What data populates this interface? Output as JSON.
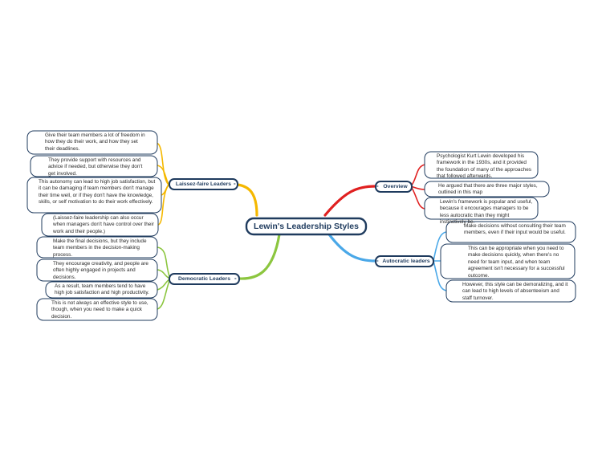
{
  "central": {
    "title": "Lewin's Leadership Styles"
  },
  "branches": {
    "laissez_faire": {
      "label": "Laissez-faire Leaders",
      "color": "#f5b800",
      "notes": [
        "Give their team members a lot of freedom in how they do their work, and how they set their deadlines.",
        "They provide support with resources and advice if needed, but otherwise they don't get involved.",
        "This autonomy can lead to high job satisfaction, but it can be damaging if team members don't manage their time well, or if they don't have the knowledge, skills, or self motivation to do their work effectively.",
        "(Laissez-faire leadership can also occur when managers don't have control over their work and their people.)"
      ]
    },
    "democratic": {
      "label": "Democratic Leaders",
      "color": "#8cc63f",
      "notes": [
        "Make the final decisions, but they include team members in the decision-making process.",
        "They encourage creativity, and people are often highly engaged in projects and decisions.",
        "As a result, team members tend to have high job satisfaction and high productivity.",
        "This is not always an effective style to use, though, when you need to make a quick decision."
      ]
    },
    "overview": {
      "label": "Overview",
      "color": "#e02020",
      "notes": [
        "Psychologist Kurt Lewin developed his framework in the 1930s, and it provided the foundation of many of the approaches that followed afterwards.",
        "He argued that there are three major styles, outlined in this map",
        "Lewin's framework is popular and useful, because it encourages managers to be less autocratic than they might instinctively be."
      ]
    },
    "autocratic": {
      "label": "Autocratic leaders",
      "color": "#4aa8e8",
      "notes": [
        "Make decisions without consulting their team members, even if their input would be useful.",
        "This can be appropriate when you need to make decisions quickly, when there's no need for team input, and when team agreement isn't necessary for a successful outcome.",
        "However, this style can be demoralizing, and it can lead to high levels of absenteeism and staff turnover."
      ]
    }
  },
  "collapse_symbol": "-",
  "border_color": "#1f3b5e"
}
